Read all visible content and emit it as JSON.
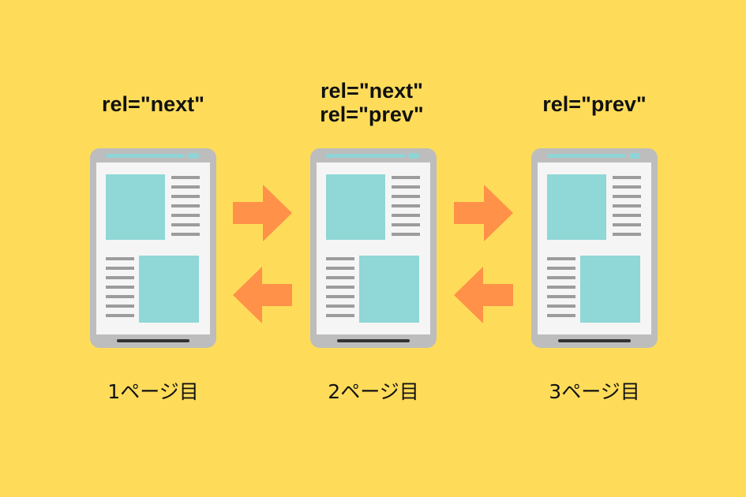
{
  "pages": [
    {
      "labels": [
        "rel=\"next\""
      ],
      "caption": "1ページ目"
    },
    {
      "labels": [
        "rel=\"next\"",
        "rel=\"prev\""
      ],
      "caption": "2ページ目"
    },
    {
      "labels": [
        "rel=\"prev\""
      ],
      "caption": "3ページ目"
    }
  ],
  "colors": {
    "background": "#FEDC5A",
    "phone_frame": "#BDBDBD",
    "phone_screen": "#F5F5F5",
    "image_block": "#90D7D7",
    "text_line": "#9C9C9C",
    "top_bar": "#8FD4D6",
    "home_bar": "#333333",
    "arrow": "#FF9148"
  },
  "arrows": [
    {
      "direction": "right",
      "from": "1ページ目",
      "to": "2ページ目"
    },
    {
      "direction": "left",
      "from": "2ページ目",
      "to": "1ページ目"
    },
    {
      "direction": "right",
      "from": "2ページ目",
      "to": "3ページ目"
    },
    {
      "direction": "left",
      "from": "3ページ目",
      "to": "2ページ目"
    }
  ]
}
